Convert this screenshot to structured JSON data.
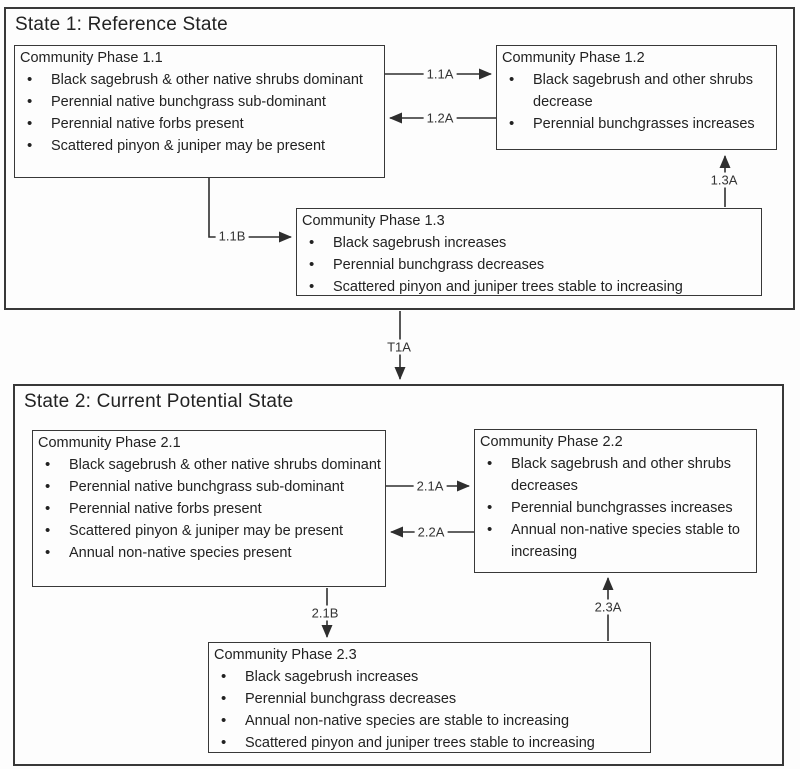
{
  "diagram": {
    "states": [
      {
        "title": "State 1: Reference State",
        "phases": [
          {
            "title": "Community Phase 1.1",
            "bullets": [
              "Black sagebrush & other native shrubs dominant",
              "Perennial native bunchgrass sub-dominant",
              "Perennial native forbs present",
              "Scattered pinyon & juniper may be present"
            ]
          },
          {
            "title": "Community Phase 1.2",
            "bullets": [
              "Black sagebrush and other shrubs decrease",
              "Perennial bunchgrasses increases"
            ]
          },
          {
            "title": "Community Phase 1.3",
            "bullets": [
              "Black sagebrush increases",
              "Perennial bunchgrass decreases",
              "Scattered pinyon and juniper trees stable to increasing"
            ]
          }
        ]
      },
      {
        "title": "State 2: Current Potential State",
        "phases": [
          {
            "title": "Community Phase 2.1",
            "bullets": [
              "Black sagebrush & other native shrubs dominant",
              "Perennial native bunchgrass sub-dominant",
              "Perennial native forbs present",
              "Scattered pinyon & juniper may be present",
              "Annual non-native species present"
            ]
          },
          {
            "title": "Community Phase 2.2",
            "bullets": [
              "Black sagebrush and other shrubs decreases",
              "Perennial bunchgrasses increases",
              "Annual non-native species stable to increasing"
            ]
          },
          {
            "title": "Community Phase 2.3",
            "bullets": [
              "Black sagebrush increases",
              "Perennial bunchgrass decreases",
              "Annual non-native species are stable to increasing",
              "Scattered pinyon and juniper trees stable to increasing"
            ]
          }
        ]
      }
    ],
    "transitions": {
      "t11A": {
        "label": "1.1A"
      },
      "t12A": {
        "label": "1.2A"
      },
      "t11B": {
        "label": "1.1B"
      },
      "t13A": {
        "label": "1.3A"
      },
      "tT1A": {
        "label": "T1A"
      },
      "t21A": {
        "label": "2.1A"
      },
      "t22A": {
        "label": "2.2A"
      },
      "t21B": {
        "label": "2.1B"
      },
      "t23A": {
        "label": "2.3A"
      }
    },
    "colors": {
      "line": "#2e2e2e",
      "border": "#383838",
      "text": "#222222",
      "background": "#fdfdfd"
    }
  }
}
